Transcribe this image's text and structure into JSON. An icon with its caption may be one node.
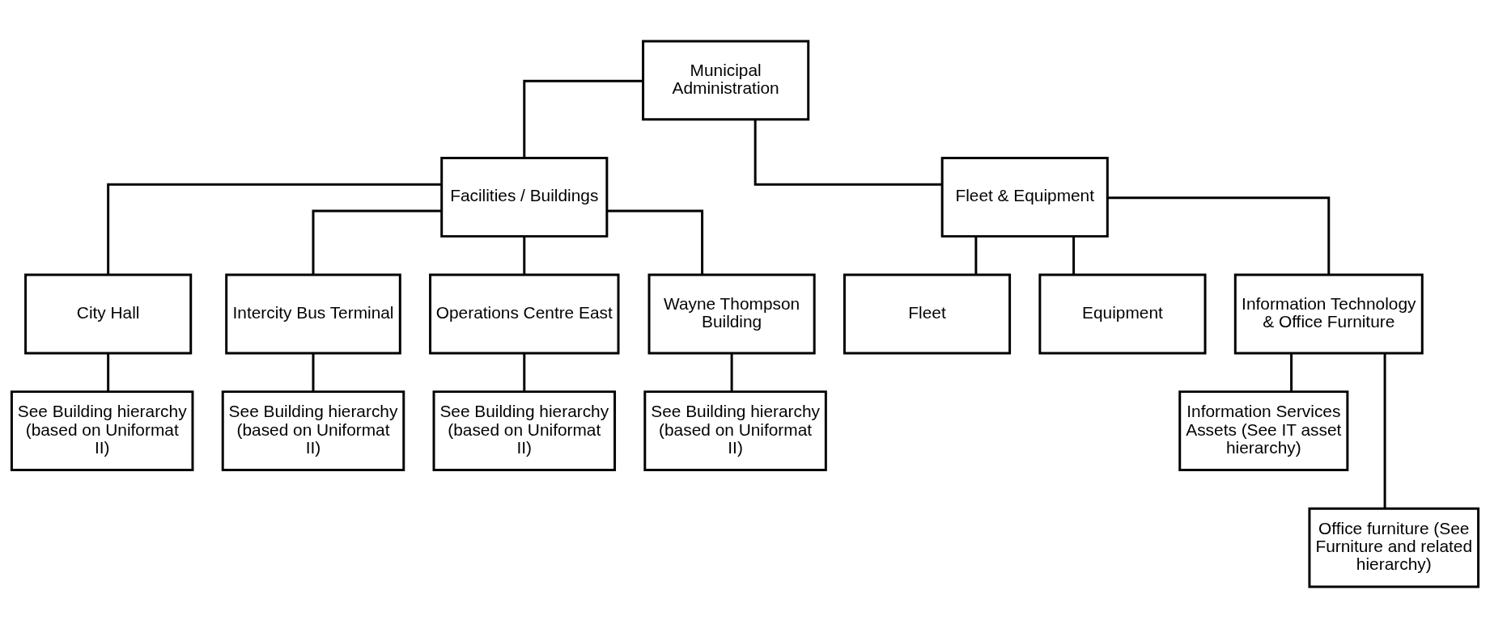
{
  "diagram": {
    "nodes": [
      {
        "text": [
          "Municipal Administration"
        ]
      },
      {
        "text": [
          "Facilities / Buildings"
        ]
      },
      {
        "text": [
          "Fleet & Equipment"
        ]
      },
      {
        "text": [
          "City Hall"
        ]
      },
      {
        "text": [
          "Intercity Bus Terminal"
        ]
      },
      {
        "text": [
          "Operations Centre East"
        ]
      },
      {
        "text": [
          "Wayne Thompson Building"
        ]
      },
      {
        "text": [
          "See Building hierarchy (based on Uniformat II)"
        ]
      },
      {
        "text": [
          "See Building hierarchy (based on Uniformat II)"
        ]
      },
      {
        "text": [
          "See Building hierarchy (based on Uniformat II)"
        ]
      },
      {
        "text": [
          "See Building hierarchy (based on Uniformat II)"
        ]
      },
      {
        "text": [
          "Fleet"
        ]
      },
      {
        "text": [
          "Equipment"
        ]
      },
      {
        "text": [
          "Information Technology & Office Furniture"
        ]
      },
      {
        "text": [
          "Information Services Assets (See IT asset hierarchy)"
        ]
      },
      {
        "text": [
          "Office furniture (See Furniture and related hierarchy)"
        ]
      }
    ],
    "edges": [
      {
        "from": 0,
        "to": 1,
        "arrow": "none"
      },
      {
        "from": 0,
        "to": 2,
        "arrow": "none"
      },
      {
        "from": 1,
        "to": 3,
        "arrow": "none"
      },
      {
        "from": 1,
        "to": 4,
        "arrow": "none"
      },
      {
        "from": 1,
        "to": 5,
        "arrow": "none"
      },
      {
        "from": 1,
        "to": 6,
        "arrow": "none"
      },
      {
        "from": 2,
        "to": 11,
        "arrow": "none"
      },
      {
        "from": 2,
        "to": 12,
        "arrow": "none"
      },
      {
        "from": 2,
        "to": 13,
        "arrow": "none"
      },
      {
        "from": 3,
        "to": 7,
        "arrow": "none"
      },
      {
        "from": 4,
        "to": 8,
        "arrow": "none"
      },
      {
        "from": 5,
        "to": 9,
        "arrow": "none"
      },
      {
        "from": 6,
        "to": 10,
        "arrow": "none"
      },
      {
        "from": 13,
        "to": 14,
        "arrow": "none"
      },
      {
        "from": 13,
        "to": 15,
        "arrow": "none"
      }
    ]
  }
}
